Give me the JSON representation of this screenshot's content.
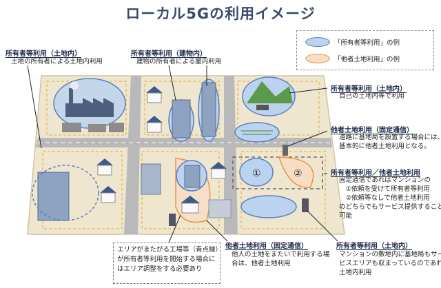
{
  "title": "ローカル5Gの利用イメージ",
  "legend": {
    "owner": "「所有者等利用」の例",
    "other": "「他者土地利用」の例"
  },
  "callouts": {
    "top_left": {
      "header": "所有者等利用（土地内）",
      "body": [
        "土地の所有者による土地内利用"
      ]
    },
    "top_mid": {
      "header": "所有者等利用（建物内）",
      "body": [
        "建物の所有者による屋内利用"
      ]
    },
    "right_1": {
      "header": "所有者等利用（土地内）",
      "body": [
        "自己の土地内等で利用"
      ]
    },
    "right_2": {
      "header": "他者土地利用（固定通信）",
      "body": [
        "道路に基地局を設置する場合には、",
        "基本的に他者土地利用となる。"
      ]
    },
    "right_3": {
      "header": "所有者等利用／他者土地利用",
      "body": [
        "固定通信であればマンションの",
        "　①依頼を受けて所有者等利用",
        "　②依頼等なしで他者土地利用",
        "のどちらでもサービス提供することが",
        "可能"
      ]
    },
    "bottom_mid": {
      "header": "他者土地利用（固定通信）",
      "body": [
        "他人の土地をまたいで利用する場",
        "合は、他者土地利用"
      ]
    },
    "bottom_right": {
      "header": "所有者等利用（土地内）",
      "body": [
        "マンションの敷地内に基地局もサー",
        "ビスエリアも収まっているのであれば",
        "土地内利用"
      ]
    },
    "bottom_left_box": {
      "body": [
        "エリアがまたがる工場等（青点線）",
        "が所有者等利用を開始する場合に",
        "はエリア調整をする必要あり"
      ]
    }
  },
  "markers": {
    "one": "①",
    "two": "②"
  },
  "colors": {
    "owner_fill": "#bcd3ef",
    "owner_stroke": "#5b7fbf",
    "other_fill": "#f8dcc4",
    "other_stroke": "#e8944a",
    "ground": "#efe6cf",
    "road": "#b9b9b9",
    "title": "#3a4a6b"
  }
}
